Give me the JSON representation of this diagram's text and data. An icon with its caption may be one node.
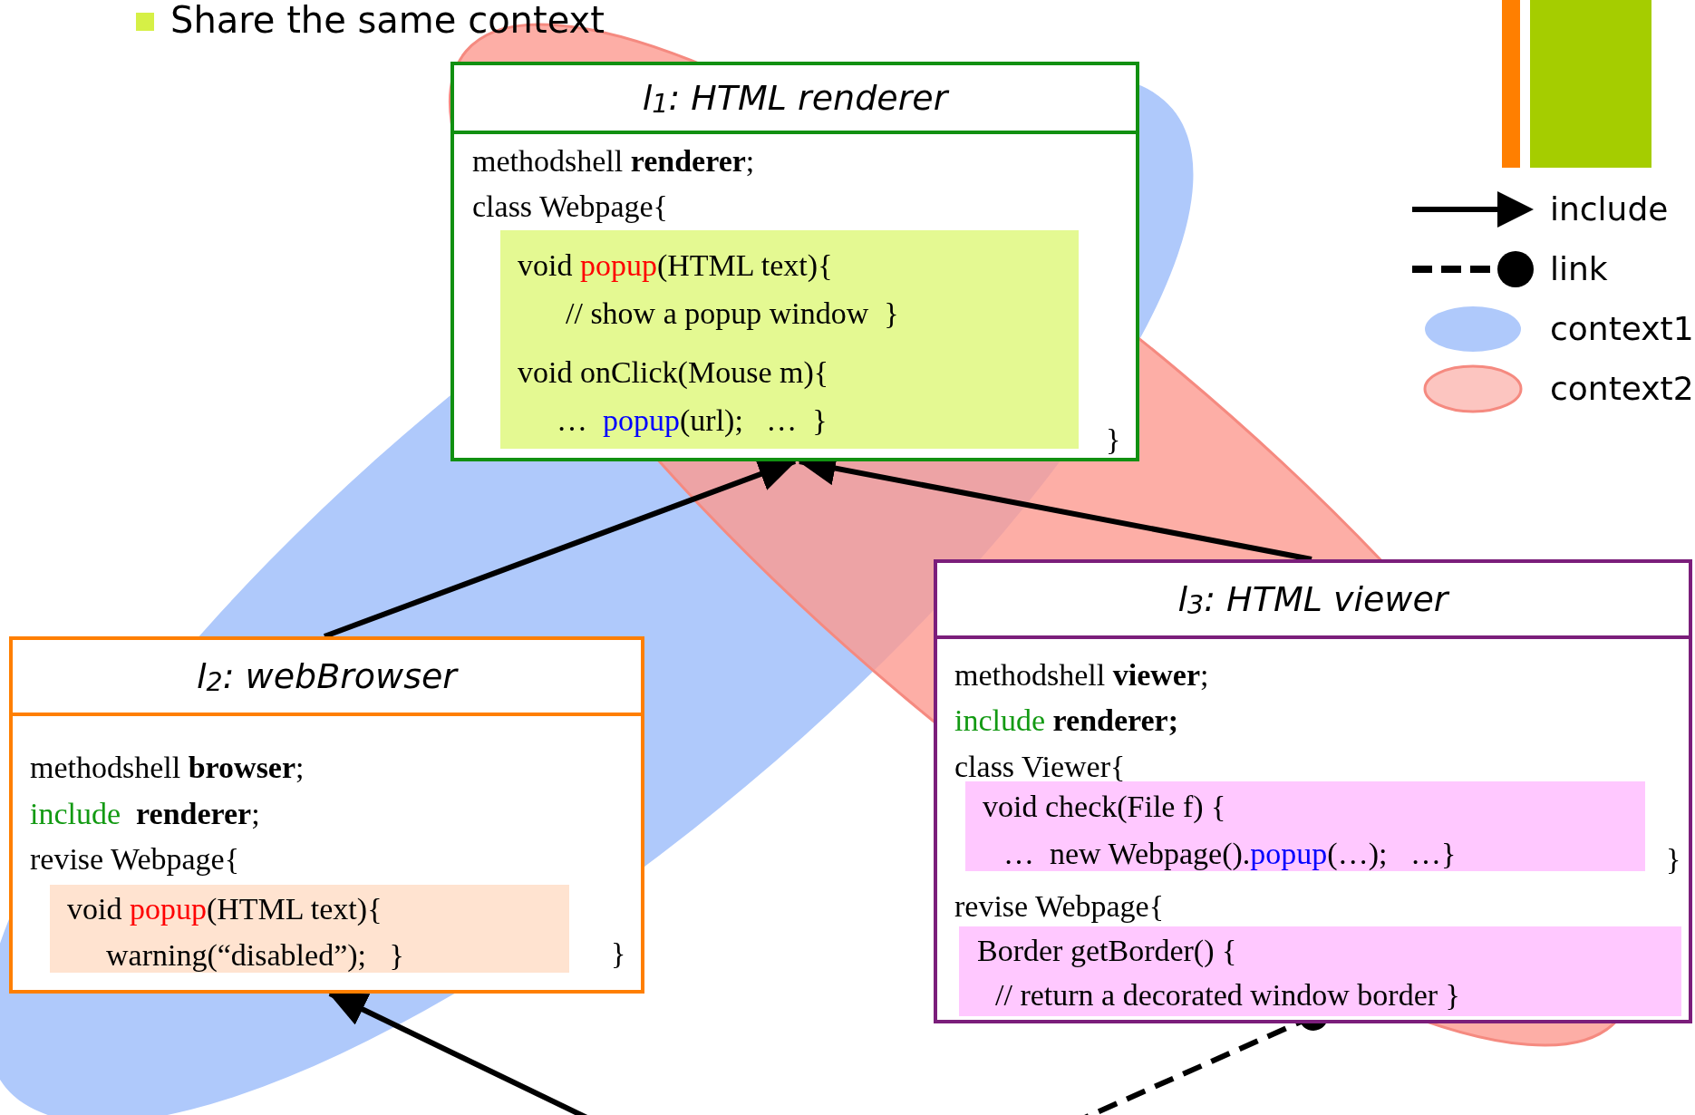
{
  "diagram": {
    "nodes": [
      {
        "text": [
          "l$_{1}$: HTML renderer",
          "methodshell **renderer**;",
          "class Webpage{",
          "}"
        ]
      },
      {
        "text": [
          "void popup(HTML text){",
          "// show a popup window  }",
          "void onClick(Mouse m){",
          "…  popup(url);   …  }"
        ],
        "in": 0
      },
      {
        "text": [
          "l$_{3}$: HTML viewer",
          "methodshell **viewer**;",
          "include **renderer;**",
          "class Viewer{",
          "}",
          "revise Webpage{"
        ]
      },
      {
        "text": [
          "void check(File f) {",
          "…  new Webpage().popup(…);   …}"
        ],
        "in": 2
      },
      {
        "text": [
          "Border getBorder() {",
          "// return a decorated window border }"
        ],
        "in": 2
      },
      {
        "text": [
          "l$_{2}$: webBrowser",
          "methodshell **browser**;",
          "include  **renderer**;",
          "revise Webpage{",
          "}"
        ]
      },
      {
        "text": [
          "void popup(HTML text){",
          "warning(“disabled”);   }"
        ],
        "in": 5
      }
    ],
    "edges": [
      {
        "from": 5,
        "to": 0,
        "arrow": "to"
      },
      {
        "from": 2,
        "to": 0,
        "arrow": "to"
      },
      {
        "from": null,
        "to": 5,
        "arrow": "to"
      },
      {
        "from": null,
        "to": 4,
        "arrow": "other",
        "style": "dashed"
      }
    ],
    "labels": [
      "Share the same context"
    ],
    "legend": [
      {
        "text": "include"
      },
      {
        "text": "link"
      },
      {
        "text": "context1",
        "color": "#afc9fb"
      },
      {
        "text": "context2",
        "color": "#fcc5c0"
      }
    ]
  }
}
